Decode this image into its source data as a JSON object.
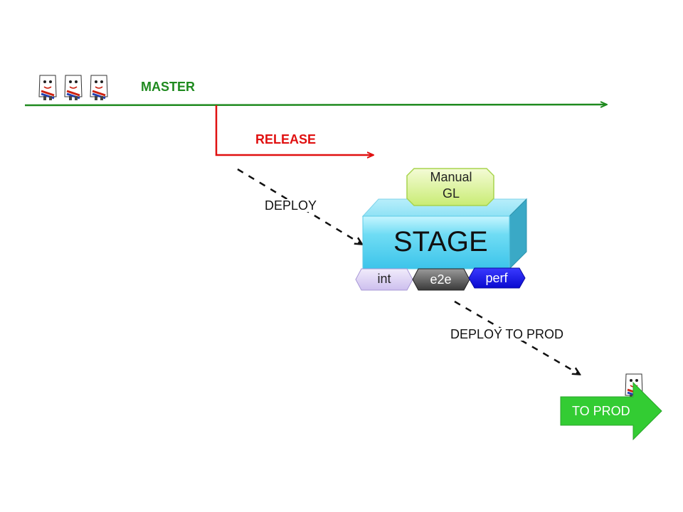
{
  "branches": {
    "master": {
      "label": "MASTER",
      "color": "#1f8a1f"
    },
    "release": {
      "label": "RELEASE",
      "color": "#e01010"
    }
  },
  "steps": {
    "deploy": "DEPLOY",
    "deploy_to_prod": "DEPLOY TO PROD"
  },
  "stage": {
    "label": "STAGE",
    "manual_gate": "Manual\nGL",
    "tests": [
      {
        "label": "int",
        "color": "#dcd0f0"
      },
      {
        "label": "e2e",
        "color": "#555555"
      },
      {
        "label": "perf",
        "color": "#1414e0"
      }
    ]
  },
  "target": {
    "label": "TO PROD",
    "color": "#33cc33"
  },
  "icons": [
    "mascot-icon"
  ]
}
